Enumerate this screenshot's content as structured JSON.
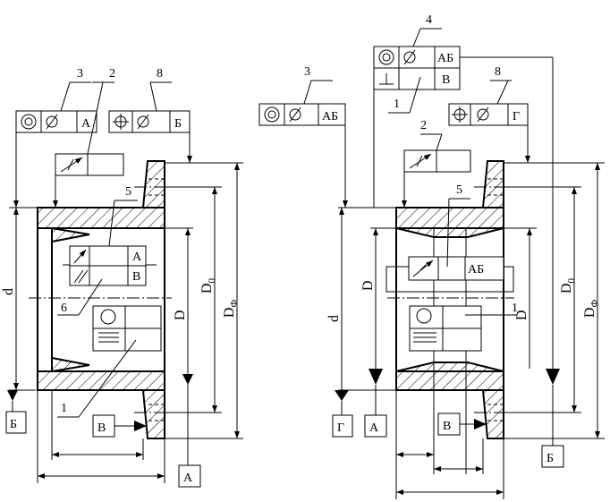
{
  "left_view": {
    "leaders": {
      "n3": "3",
      "n2": "2",
      "n8": "8",
      "n5": "5",
      "n6": "6",
      "n1": "1"
    },
    "fcf_coaxial": {
      "datum": "А"
    },
    "fcf_position": {
      "datum": "Б"
    },
    "fcf_runout_inner": {
      "datum_top": "А",
      "datum_bottom": "В"
    },
    "datum_boxes": {
      "b": "Б",
      "v": "В",
      "a": "А"
    },
    "dims": {
      "d": "d",
      "D": "D",
      "D0": "D",
      "D0_sub": "0",
      "Dphi": "D",
      "Dphi_sub": "Ф"
    }
  },
  "right_view": {
    "leaders": {
      "n4": "4",
      "n3": "3",
      "n1_top": "1",
      "n8": "8",
      "n2": "2",
      "n5": "5",
      "n1": "1"
    },
    "fcf_top_group": {
      "datum_top": "АБ",
      "datum_bottom": "В"
    },
    "fcf_coaxial": {
      "datum": "АБ"
    },
    "fcf_position": {
      "datum": "Г"
    },
    "fcf_runout_inner": {
      "datum": "АБ"
    },
    "datum_boxes": {
      "g": "Г",
      "a": "А",
      "v": "В",
      "b": "Б"
    },
    "dims": {
      "d": "d",
      "D_left": "D",
      "D": "D",
      "D0": "D",
      "D0_sub": "0",
      "Dphi": "D",
      "Dphi_sub": "Ф"
    }
  }
}
